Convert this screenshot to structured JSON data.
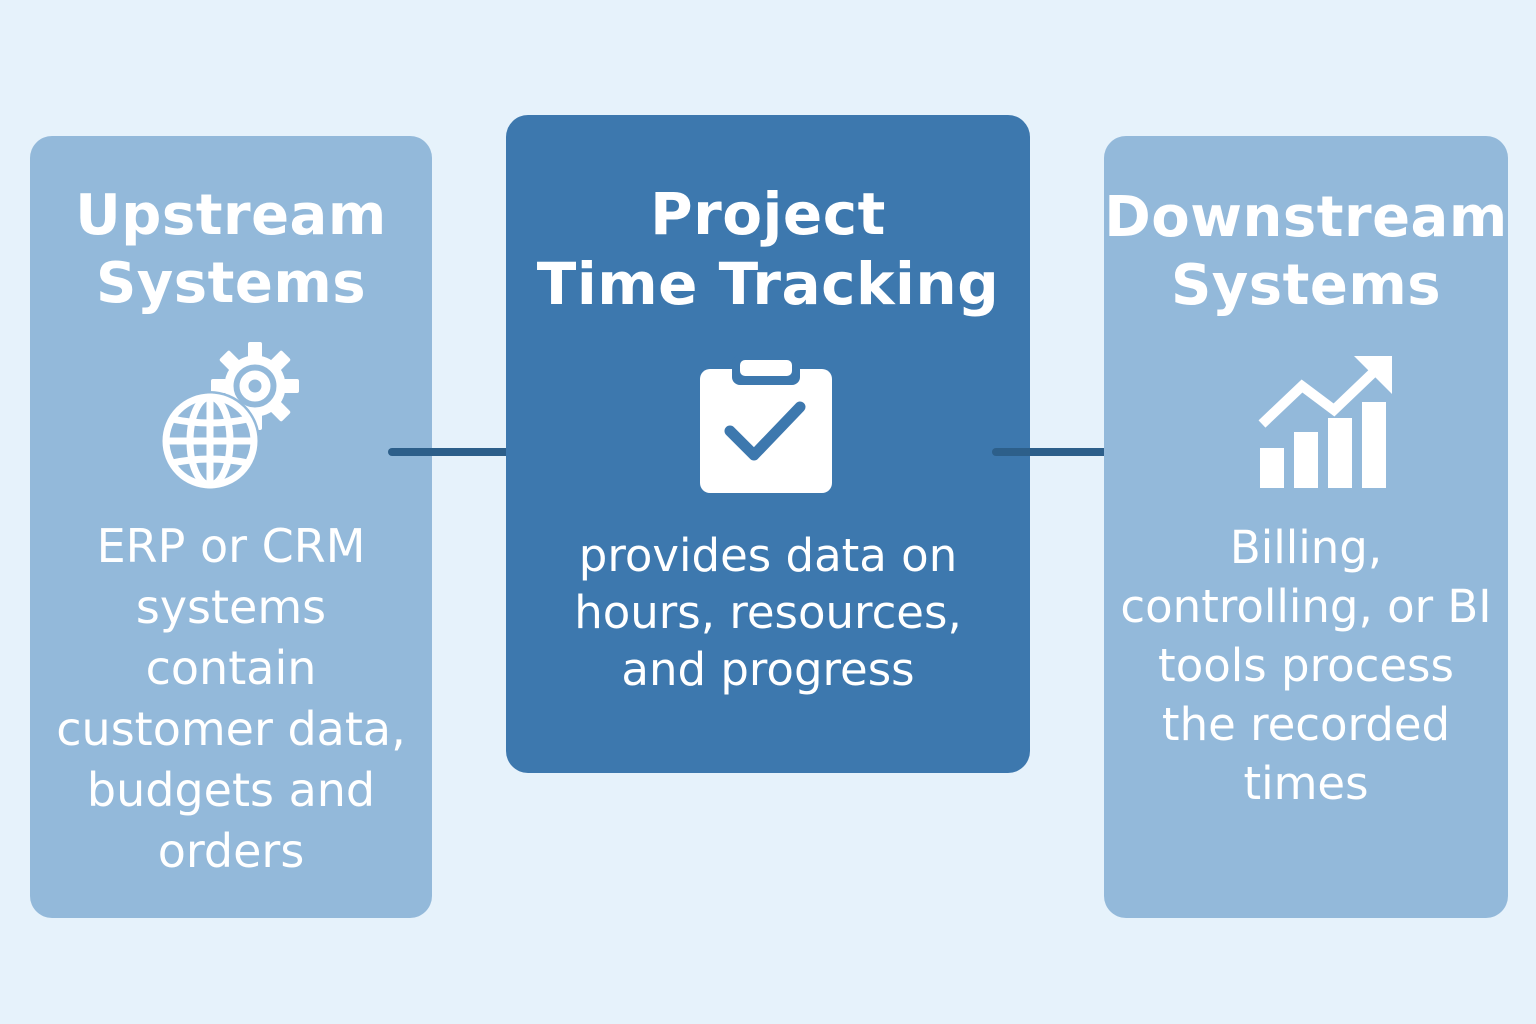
{
  "colors": {
    "background": "#e6f2fb",
    "side_box": "#93b9da",
    "center_box": "#3d78ae",
    "arrow": "#2d5f8a",
    "text": "#ffffff"
  },
  "upstream": {
    "title_lines": [
      "Upstream",
      "Systems"
    ],
    "icon": "globe-gear-icon",
    "desc_lines": [
      "ERP or CRM",
      "systems",
      "contain",
      "customer data,",
      "budgets and",
      "orders"
    ]
  },
  "center": {
    "title_lines": [
      "Project",
      "Time Tracking"
    ],
    "icon": "clipboard-check-icon",
    "desc_lines": [
      "provides data on",
      "hours, resources,",
      "and progress"
    ]
  },
  "downstream": {
    "title_lines": [
      "Downstream",
      "Systems"
    ],
    "icon": "bar-chart-trend-icon",
    "desc_lines": [
      "Billing,",
      "controlling, or BI",
      "tools process",
      "the recorded",
      "times"
    ]
  }
}
